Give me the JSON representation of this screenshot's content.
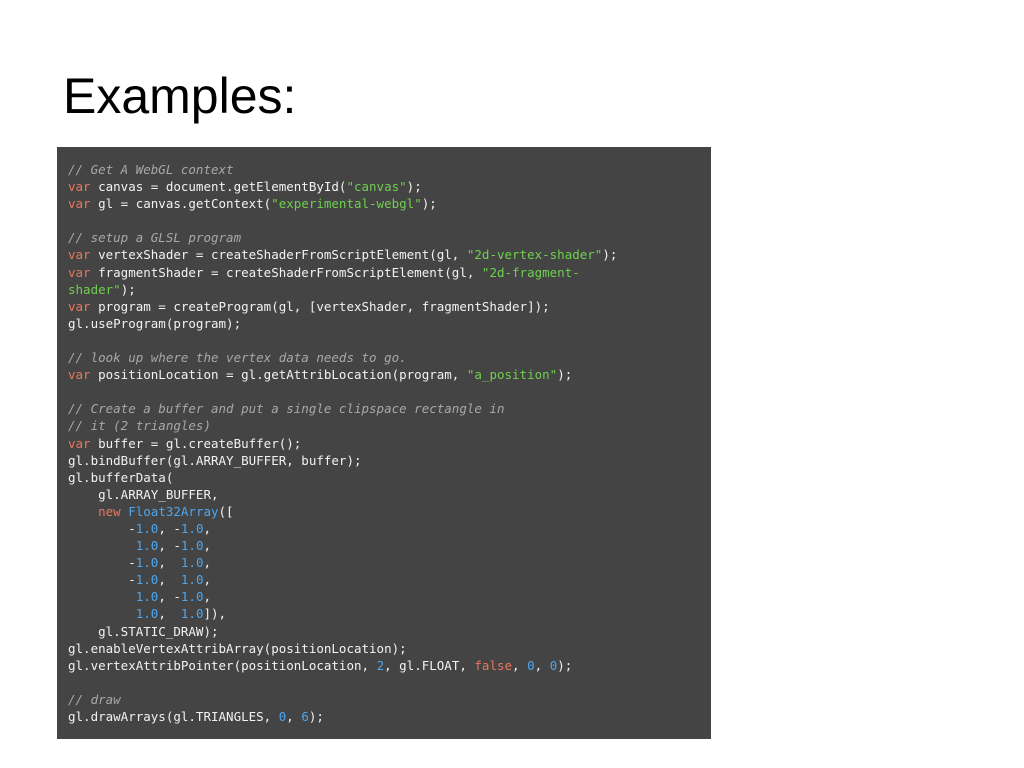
{
  "slide": {
    "title": "Examples:"
  },
  "code": {
    "colors": {
      "background": "#444444",
      "plain": "#f2f2f2",
      "comment": "#a8a8a8",
      "keyword": "#e8775d",
      "string": "#6fcf4f",
      "number": "#4ea6ee"
    },
    "lines": [
      [
        [
          "comment",
          "// Get A WebGL context"
        ]
      ],
      [
        [
          "keyword",
          "var"
        ],
        [
          "plain",
          " canvas = document.getElementById("
        ],
        [
          "string",
          "\"canvas\""
        ],
        [
          "plain",
          ");"
        ]
      ],
      [
        [
          "keyword",
          "var"
        ],
        [
          "plain",
          " gl = canvas.getContext("
        ],
        [
          "string",
          "\"experimental-webgl\""
        ],
        [
          "plain",
          ");"
        ]
      ],
      [],
      [
        [
          "comment",
          "// setup a GLSL program"
        ]
      ],
      [
        [
          "keyword",
          "var"
        ],
        [
          "plain",
          " vertexShader = createShaderFromScriptElement(gl, "
        ],
        [
          "string",
          "\"2d-vertex-shader\""
        ],
        [
          "plain",
          ");"
        ]
      ],
      [
        [
          "keyword",
          "var"
        ],
        [
          "plain",
          " fragmentShader = createShaderFromScriptElement(gl, "
        ],
        [
          "string",
          "\"2d-fragment-"
        ]
      ],
      [
        [
          "string",
          "shader\""
        ],
        [
          "plain",
          ");"
        ]
      ],
      [
        [
          "keyword",
          "var"
        ],
        [
          "plain",
          " program = createProgram(gl, [vertexShader, fragmentShader]);"
        ]
      ],
      [
        [
          "plain",
          "gl.useProgram(program);"
        ]
      ],
      [],
      [
        [
          "comment",
          "// look up where the vertex data needs to go."
        ]
      ],
      [
        [
          "keyword",
          "var"
        ],
        [
          "plain",
          " positionLocation = gl.getAttribLocation(program, "
        ],
        [
          "string",
          "\"a_position\""
        ],
        [
          "plain",
          ");"
        ]
      ],
      [],
      [
        [
          "comment",
          "// Create a buffer and put a single clipspace rectangle in"
        ]
      ],
      [
        [
          "comment",
          "// it (2 triangles)"
        ]
      ],
      [
        [
          "keyword",
          "var"
        ],
        [
          "plain",
          " buffer = gl.createBuffer();"
        ]
      ],
      [
        [
          "plain",
          "gl.bindBuffer(gl.ARRAY_BUFFER, buffer);"
        ]
      ],
      [
        [
          "plain",
          "gl.bufferData("
        ]
      ],
      [
        [
          "plain",
          "    gl.ARRAY_BUFFER,"
        ]
      ],
      [
        [
          "plain",
          "    "
        ],
        [
          "keyword",
          "new"
        ],
        [
          "plain",
          " "
        ],
        [
          "builtin",
          "Float32Array"
        ],
        [
          "plain",
          "(["
        ]
      ],
      [
        [
          "plain",
          "        -"
        ],
        [
          "number",
          "1.0"
        ],
        [
          "plain",
          ", -"
        ],
        [
          "number",
          "1.0"
        ],
        [
          "plain",
          ","
        ]
      ],
      [
        [
          "plain",
          "         "
        ],
        [
          "number",
          "1.0"
        ],
        [
          "plain",
          ", -"
        ],
        [
          "number",
          "1.0"
        ],
        [
          "plain",
          ","
        ]
      ],
      [
        [
          "plain",
          "        -"
        ],
        [
          "number",
          "1.0"
        ],
        [
          "plain",
          ",  "
        ],
        [
          "number",
          "1.0"
        ],
        [
          "plain",
          ","
        ]
      ],
      [
        [
          "plain",
          "        -"
        ],
        [
          "number",
          "1.0"
        ],
        [
          "plain",
          ",  "
        ],
        [
          "number",
          "1.0"
        ],
        [
          "plain",
          ","
        ]
      ],
      [
        [
          "plain",
          "         "
        ],
        [
          "number",
          "1.0"
        ],
        [
          "plain",
          ", -"
        ],
        [
          "number",
          "1.0"
        ],
        [
          "plain",
          ","
        ]
      ],
      [
        [
          "plain",
          "         "
        ],
        [
          "number",
          "1.0"
        ],
        [
          "plain",
          ",  "
        ],
        [
          "number",
          "1.0"
        ],
        [
          "plain",
          "]),"
        ]
      ],
      [
        [
          "plain",
          "    gl.STATIC_DRAW);"
        ]
      ],
      [
        [
          "plain",
          "gl.enableVertexAttribArray(positionLocation);"
        ]
      ],
      [
        [
          "plain",
          "gl.vertexAttribPointer(positionLocation, "
        ],
        [
          "number",
          "2"
        ],
        [
          "plain",
          ", gl.FLOAT, "
        ],
        [
          "keyword",
          "false"
        ],
        [
          "plain",
          ", "
        ],
        [
          "number",
          "0"
        ],
        [
          "plain",
          ", "
        ],
        [
          "number",
          "0"
        ],
        [
          "plain",
          ");"
        ]
      ],
      [],
      [
        [
          "comment",
          "// draw"
        ]
      ],
      [
        [
          "plain",
          "gl.drawArrays(gl.TRIANGLES, "
        ],
        [
          "number",
          "0"
        ],
        [
          "plain",
          ", "
        ],
        [
          "number",
          "6"
        ],
        [
          "plain",
          ");"
        ]
      ]
    ]
  }
}
